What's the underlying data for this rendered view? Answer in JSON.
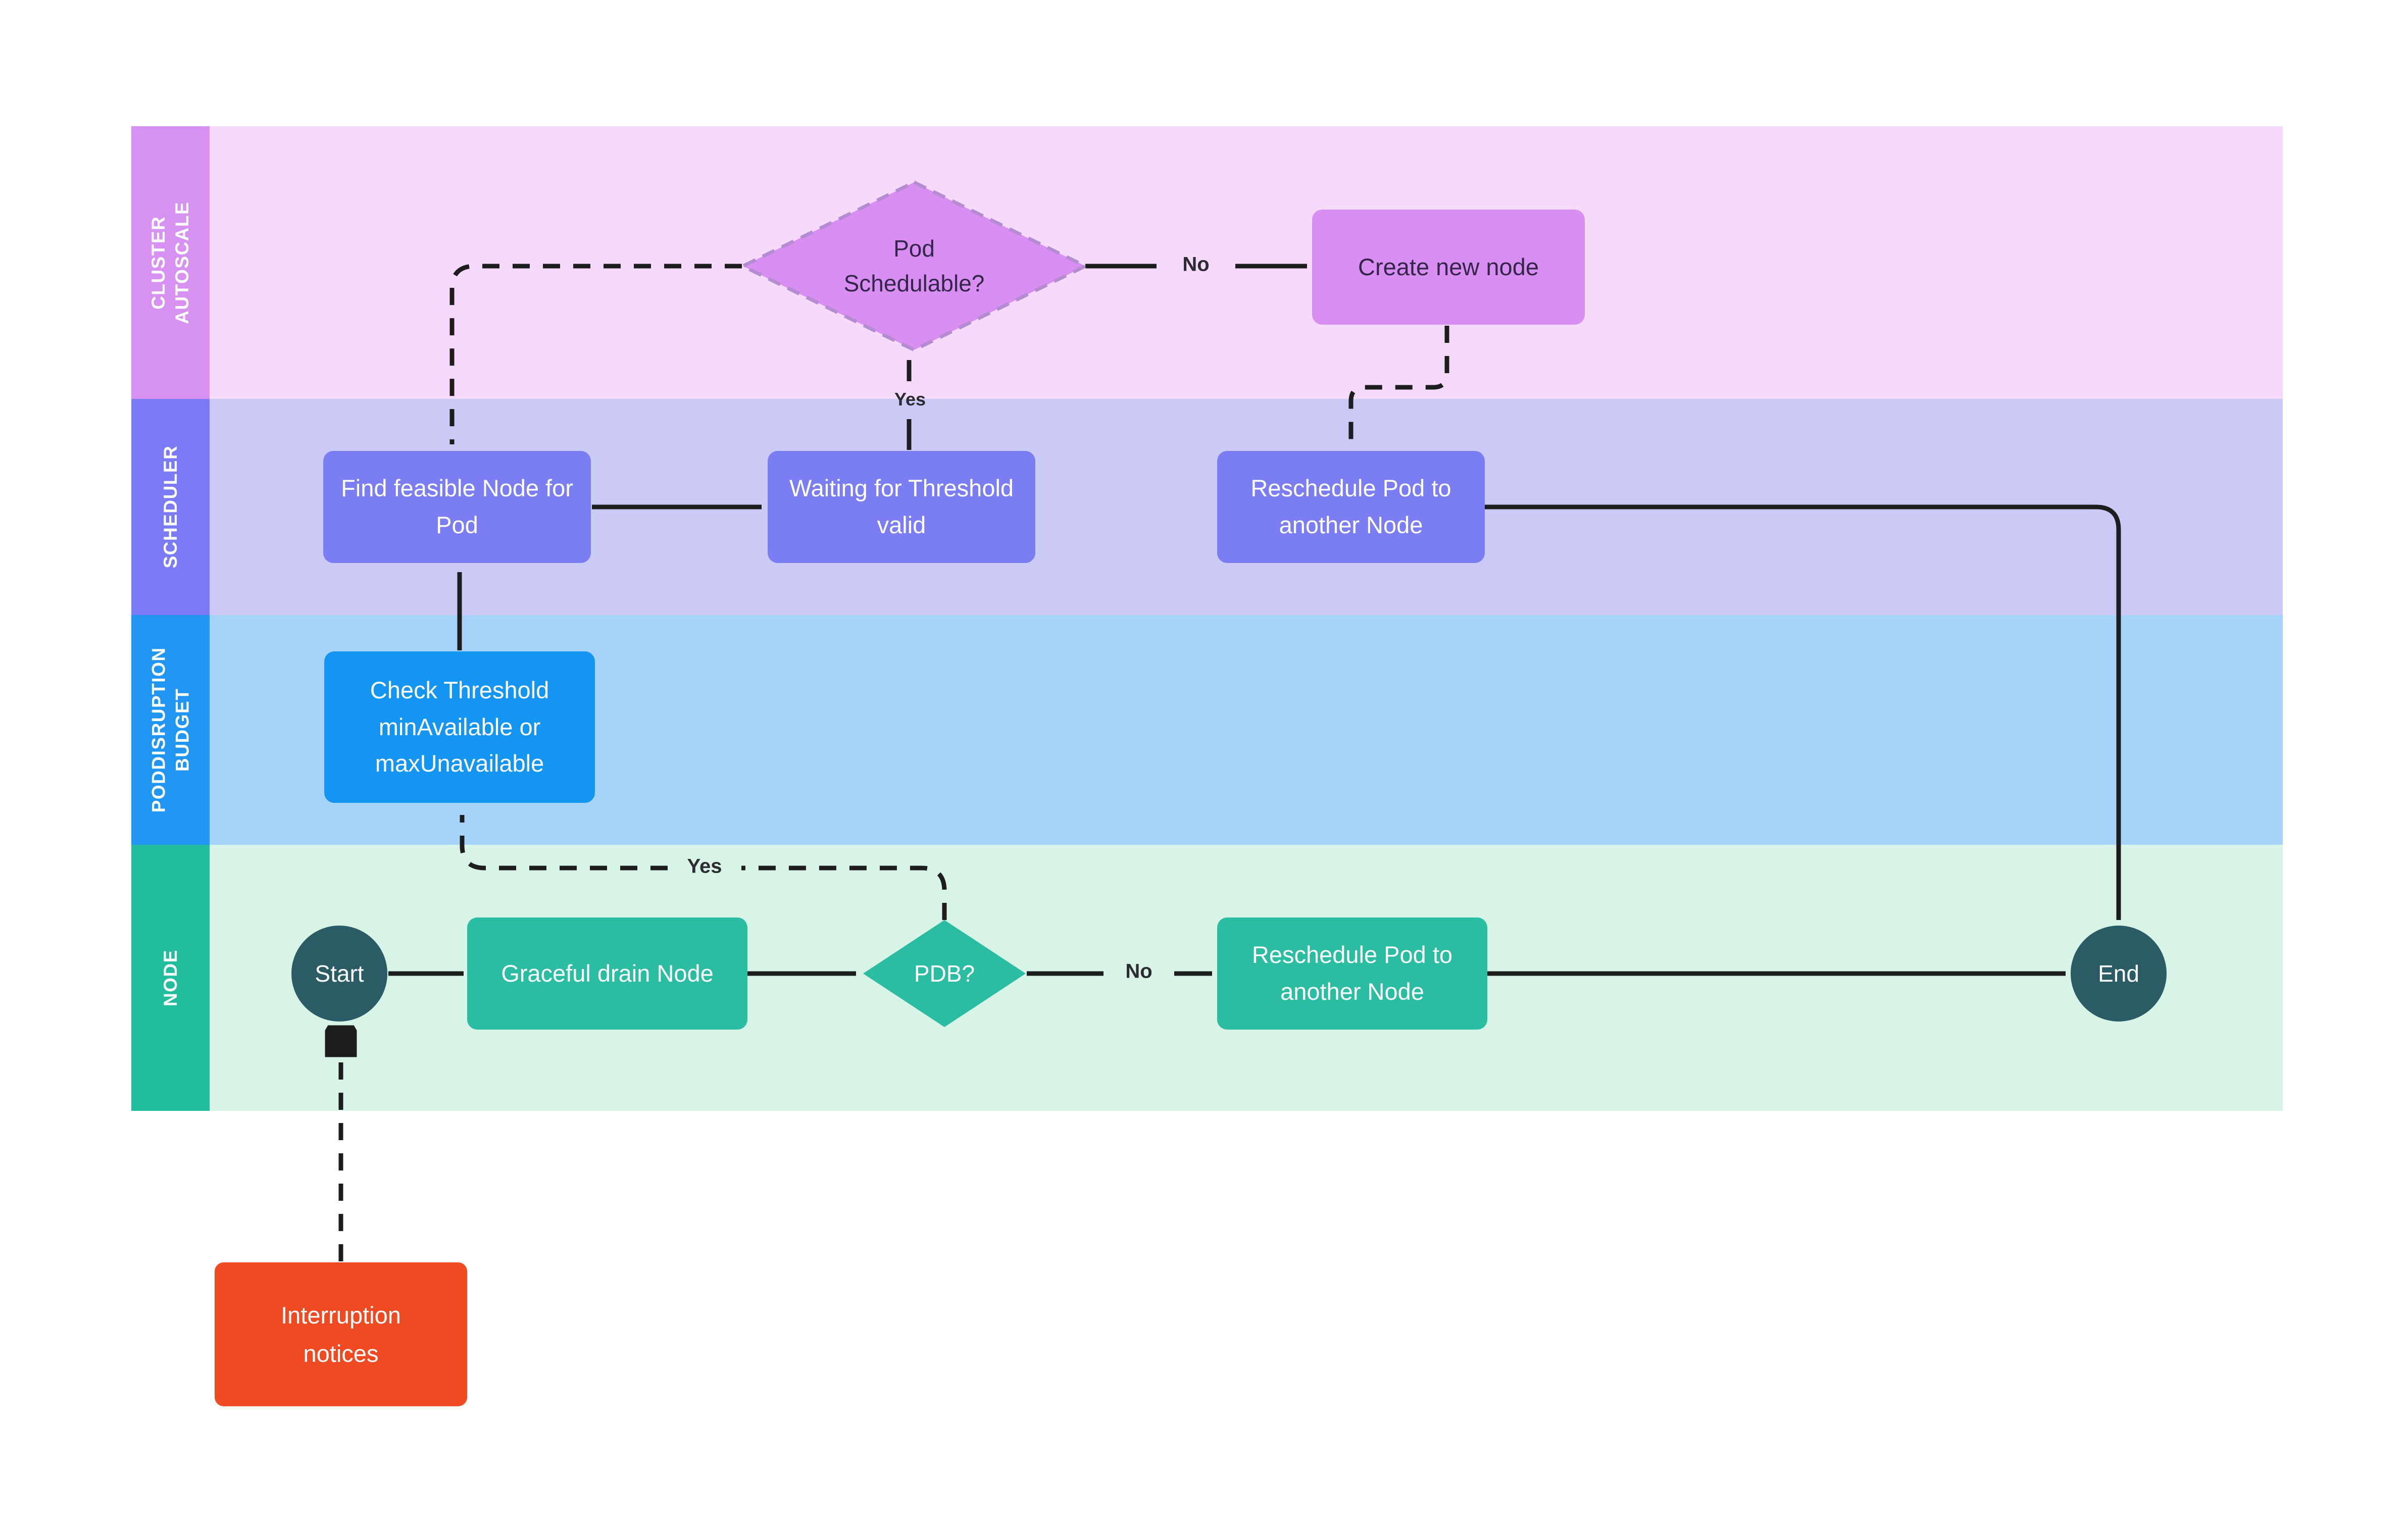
{
  "diagram": {
    "lanes": [
      {
        "label": "CLUSTER\nAUTOSCALE",
        "header_color": "#d792f1",
        "body_color": "#f5dafb"
      },
      {
        "label": "SCHEDULER",
        "header_color": "#7b7bf8",
        "body_color": "#cbc9f6"
      },
      {
        "label": "PODDISRUPTION\nBUDGET",
        "header_color": "#2095f2",
        "body_color": "#a5d3fa"
      },
      {
        "label": "NODE",
        "header_color": "#21bd9d",
        "body_color": "#d7f4e6"
      }
    ],
    "nodes": {
      "pod_schedulable": {
        "label": "Pod Schedulable?",
        "type": "decision",
        "fill": "#d98ef2",
        "border": "#b58cd2",
        "text_color": "#33264a"
      },
      "create_new_node": {
        "label": "Create new node",
        "type": "process",
        "fill": "#d98ef2",
        "text_color": "#33264a"
      },
      "find_feasible": {
        "label": "Find feasible Node for Pod",
        "type": "process",
        "fill": "#7b7ef3",
        "text_color": "#ffffff"
      },
      "waiting_threshold": {
        "label": "Waiting for Threshold valid",
        "type": "process",
        "fill": "#7b7ef3",
        "text_color": "#ffffff"
      },
      "reschedule_scheduler": {
        "label": "Reschedule Pod to another Node",
        "type": "process",
        "fill": "#7b7ef3",
        "text_color": "#ffffff"
      },
      "check_threshold": {
        "label": "Check Threshold minAvailable or maxUnavailable",
        "type": "process",
        "fill": "#1495f2",
        "text_color": "#ffffff"
      },
      "start": {
        "label": "Start",
        "type": "terminator",
        "fill": "#2b5c66",
        "text_color": "#ffffff"
      },
      "graceful_drain": {
        "label": "Graceful drain Node",
        "type": "process",
        "fill": "#2abda2",
        "text_color": "#ffffff"
      },
      "pdb": {
        "label": "PDB?",
        "type": "decision",
        "fill": "#2abda2",
        "text_color": "#ffffff"
      },
      "reschedule_node": {
        "label": "Reschedule Pod to another Node",
        "type": "process",
        "fill": "#2abda2",
        "text_color": "#ffffff"
      },
      "end": {
        "label": "End",
        "type": "terminator",
        "fill": "#2b5c66",
        "text_color": "#ffffff"
      },
      "interruption_notices": {
        "label": "Interruption notices",
        "type": "external-trigger",
        "fill": "#f04a23",
        "text_color": "#ffffff"
      }
    },
    "edge_labels": {
      "pod_schedulable_yes": "Yes",
      "pod_schedulable_no": "No",
      "pdb_yes": "Yes",
      "pdb_no": "No"
    },
    "connector_color": "#1d1d20"
  }
}
